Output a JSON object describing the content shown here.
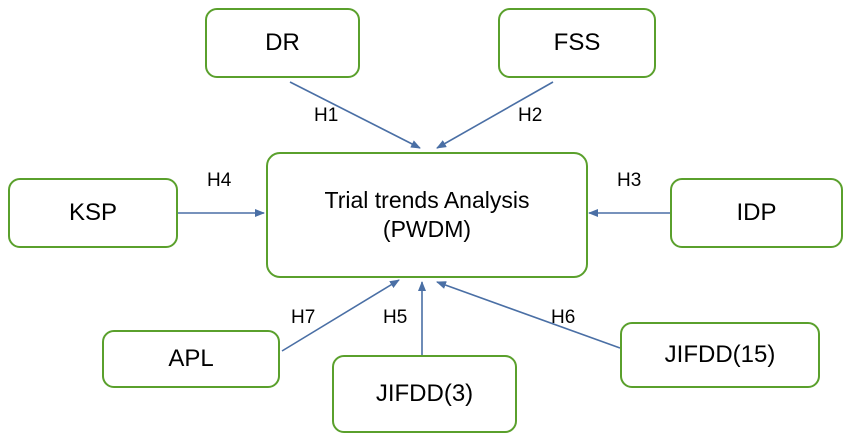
{
  "diagram": {
    "type": "conceptual-model",
    "center_node": {
      "id": "center",
      "line1": "Trial  trends  Analysis",
      "line2": "(PWDM)"
    },
    "nodes": [
      {
        "id": "dr",
        "label": "DR"
      },
      {
        "id": "fss",
        "label": "FSS"
      },
      {
        "id": "ksp",
        "label": "KSP"
      },
      {
        "id": "idp",
        "label": "IDP"
      },
      {
        "id": "apl",
        "label": "APL"
      },
      {
        "id": "jifdd3",
        "label": "JIFDD(3)"
      },
      {
        "id": "jifdd15",
        "label": "JIFDD(15)"
      }
    ],
    "edges": [
      {
        "id": "h1",
        "label": "H1",
        "from": "dr",
        "to": "center"
      },
      {
        "id": "h2",
        "label": "H2",
        "from": "fss",
        "to": "center"
      },
      {
        "id": "h3",
        "label": "H3",
        "from": "idp",
        "to": "center"
      },
      {
        "id": "h4",
        "label": "H4",
        "from": "ksp",
        "to": "center"
      },
      {
        "id": "h5",
        "label": "H5",
        "from": "jifdd3",
        "to": "center"
      },
      {
        "id": "h6",
        "label": "H6",
        "from": "jifdd15",
        "to": "center"
      },
      {
        "id": "h7",
        "label": "H7",
        "from": "apl",
        "to": "center"
      }
    ],
    "colors": {
      "node_border": "#5aa02c",
      "node_fill": "#ffffff",
      "arrow": "#4a6fa5",
      "text": "#000000",
      "background": "#ffffff"
    }
  }
}
